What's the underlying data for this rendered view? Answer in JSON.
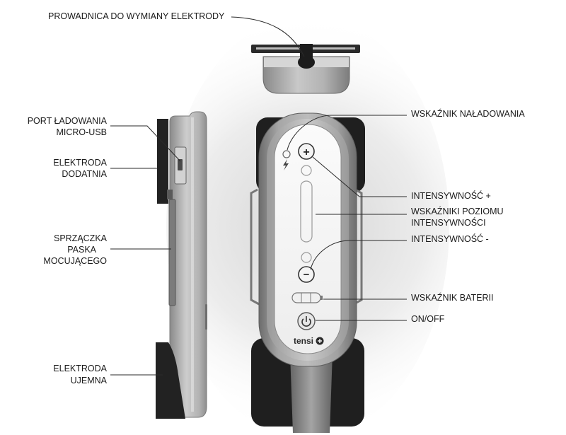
{
  "labels": {
    "electrode_guide": "PROWADNICA DO WYMIANY ELEKTRODY",
    "charging_port": [
      "PORT ŁADOWANIA",
      "MICRO-USB"
    ],
    "positive_electrode": [
      "ELEKTRODA",
      "DODATNIA"
    ],
    "strap_buckle": [
      "SPRZĄCZKA",
      "PASKA",
      "MOCUJĄCEGO"
    ],
    "negative_electrode": [
      "ELEKTRODA",
      "UJEMNA"
    ],
    "charge_indicator": "WSKAŹNIK NAŁADOWANIA",
    "intensity_up": "INTENSYWNOŚĆ +",
    "intensity_level_indicators": [
      "WSKAŹNIKI POZIOMU",
      "INTENSYWNOŚCI"
    ],
    "intensity_down": "INTENSYWNOŚĆ -",
    "battery_indicator": "WSKAŹNIK BATERII",
    "power": "ON/OFF"
  },
  "device": {
    "brand": "tensi",
    "plus_button_symbol": "+",
    "minus_button_symbol": "−",
    "icons": [
      "lightning-icon",
      "battery-icon",
      "power-icon",
      "brand-plus-icon"
    ]
  }
}
